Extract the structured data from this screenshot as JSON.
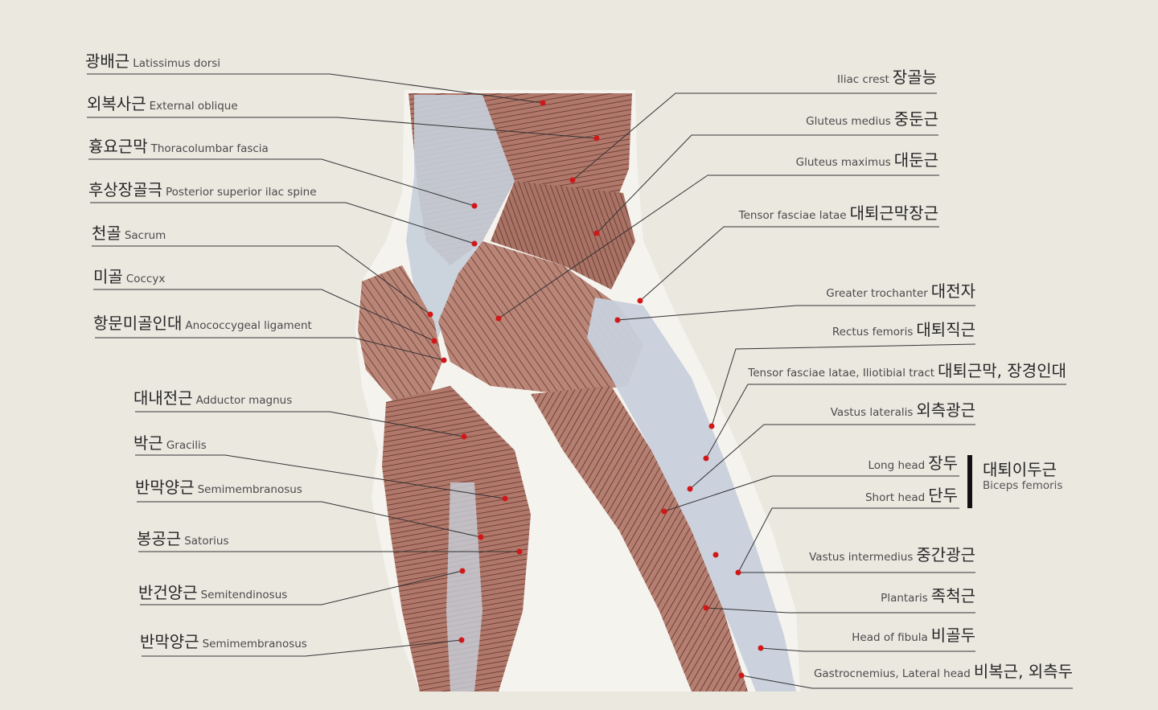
{
  "left_labels": [
    {
      "ko": "광배근",
      "en": "Latissimus dorsi"
    },
    {
      "ko": "외복사근",
      "en": "External oblique"
    },
    {
      "ko": "흉요근막",
      "en": "Thoracolumbar fascia"
    },
    {
      "ko": "후상장골극",
      "en": "Posterior superior ilac spine"
    },
    {
      "ko": "천골",
      "en": "Sacrum"
    },
    {
      "ko": "미골",
      "en": "Coccyx"
    },
    {
      "ko": "항문미골인대",
      "en": "Anococcygeal ligament"
    },
    {
      "ko": "대내전근",
      "en": "Adductor magnus"
    },
    {
      "ko": "박근",
      "en": "Gracilis"
    },
    {
      "ko": "반막양근",
      "en": "Semimembranosus"
    },
    {
      "ko": "봉공근",
      "en": "Satorius"
    },
    {
      "ko": "반건양근",
      "en": "Semitendinosus"
    },
    {
      "ko": "반막양근",
      "en": "Semimembranosus"
    }
  ],
  "right_labels": [
    {
      "en": "Iliac crest",
      "ko": "장골능"
    },
    {
      "en": "Gluteus medius",
      "ko": "중둔근"
    },
    {
      "en": "Gluteus maximus",
      "ko": "대둔근"
    },
    {
      "en": "Tensor fasciae latae",
      "ko": "대퇴근막장근"
    },
    {
      "en": "Greater trochanter",
      "ko": "대전자"
    },
    {
      "en": "Rectus femoris",
      "ko": "대퇴직근"
    },
    {
      "en": "Tensor fasciae latae, Iliotibial tract",
      "ko": "대퇴근막, 장경인대"
    },
    {
      "en": "Vastus lateralis",
      "ko": "외측광근"
    },
    {
      "en": "Long head",
      "ko": "장두"
    },
    {
      "en": "Short head",
      "ko": "단두"
    },
    {
      "en": "Vastus intermedius",
      "ko": "중간광근"
    },
    {
      "en": "Plantaris",
      "ko": "족척근"
    },
    {
      "en": "Head of fibula",
      "ko": "비골두"
    },
    {
      "en": "Gastrocnemius, Lateral head",
      "ko": "비복근, 외측두"
    }
  ],
  "bracket_group": {
    "ko": "대퇴이두근",
    "en": "Biceps femoris"
  },
  "colors": {
    "background": "#ebe8e0",
    "muscle": "#b27a6c",
    "muscle_dark": "#6e3a33",
    "fascia": "#c9d1dc",
    "leader_line": "#333333",
    "marker_dot": "#d01818"
  }
}
